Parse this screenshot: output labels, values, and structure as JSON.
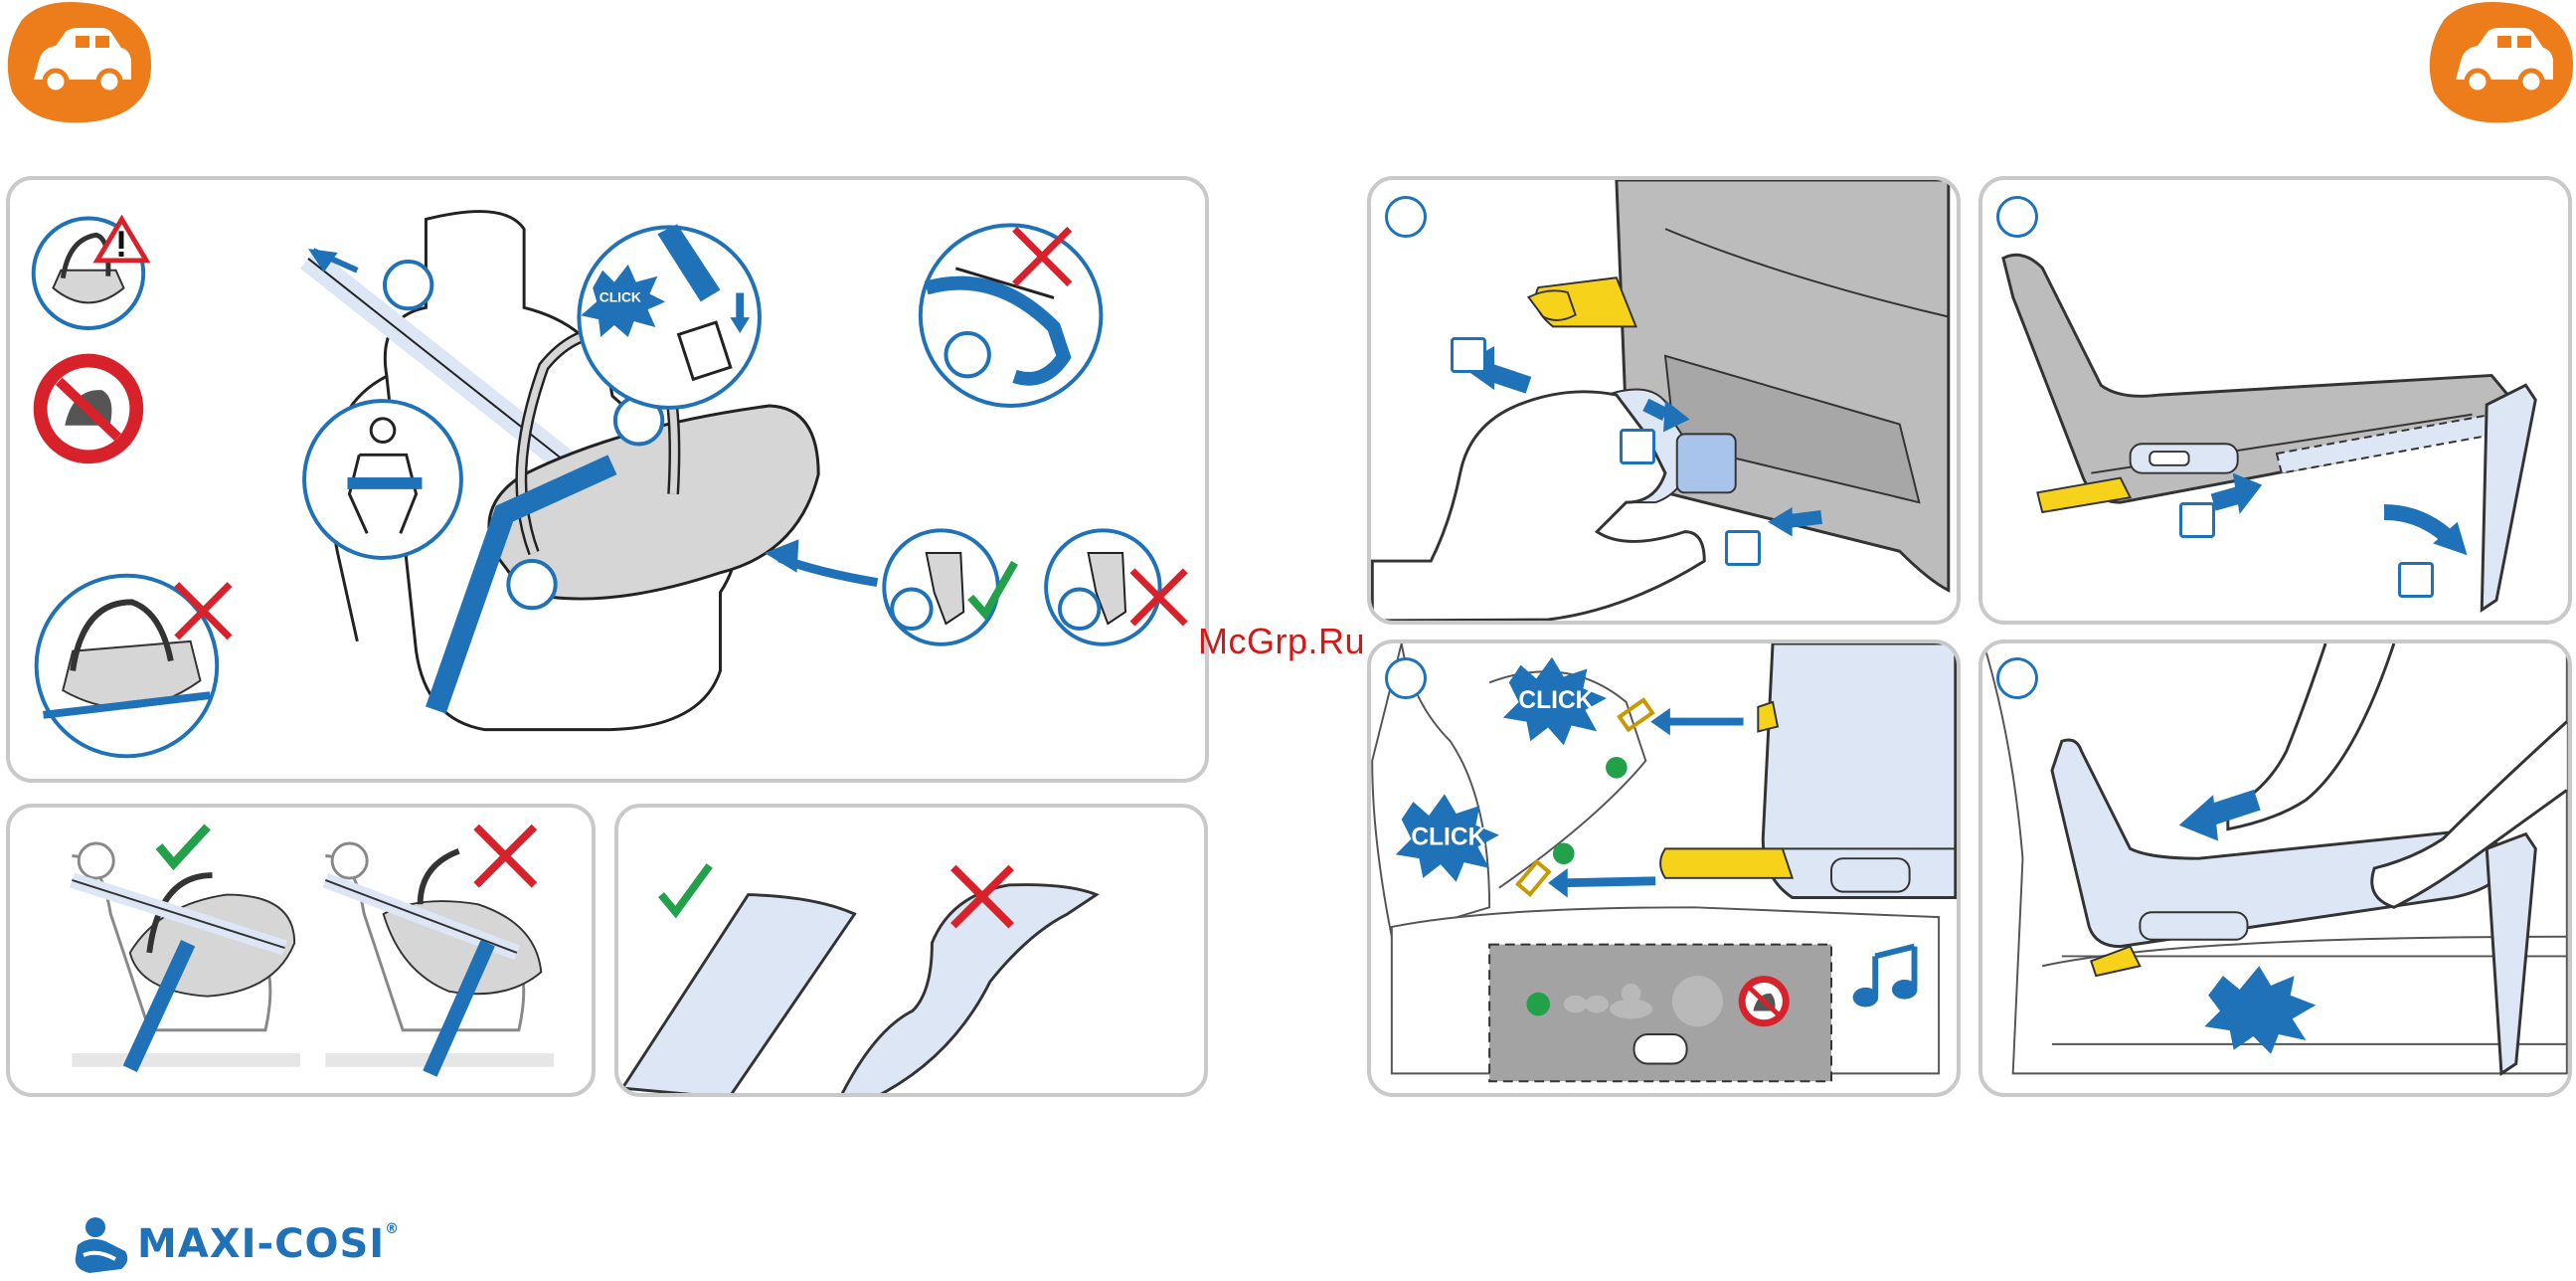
{
  "watermark": "McGrp.Ru",
  "brand": {
    "name": "MAXI-COSI",
    "mark": "®"
  },
  "left_page": {
    "corner_icon": "car-icon",
    "panel_top": {
      "click_label": "CLICK"
    },
    "panel_bottom_left": {},
    "panel_bottom_right": {}
  },
  "right_page": {
    "corner_icon": "car-icon",
    "panel_3": {
      "click_label_1": "CLICK",
      "click_label_2": "CLICK"
    }
  },
  "colors": {
    "brand_blue": "#1f72b8",
    "accent_orange": "#ec7d1a",
    "isofix_yellow": "#f7d21b",
    "ok_green": "#22a04a",
    "error_red": "#d8222b",
    "seat_grey": "#bcbcbc",
    "base_lightblue": "#dce6f5",
    "panel_border": "#c9c9c9"
  }
}
